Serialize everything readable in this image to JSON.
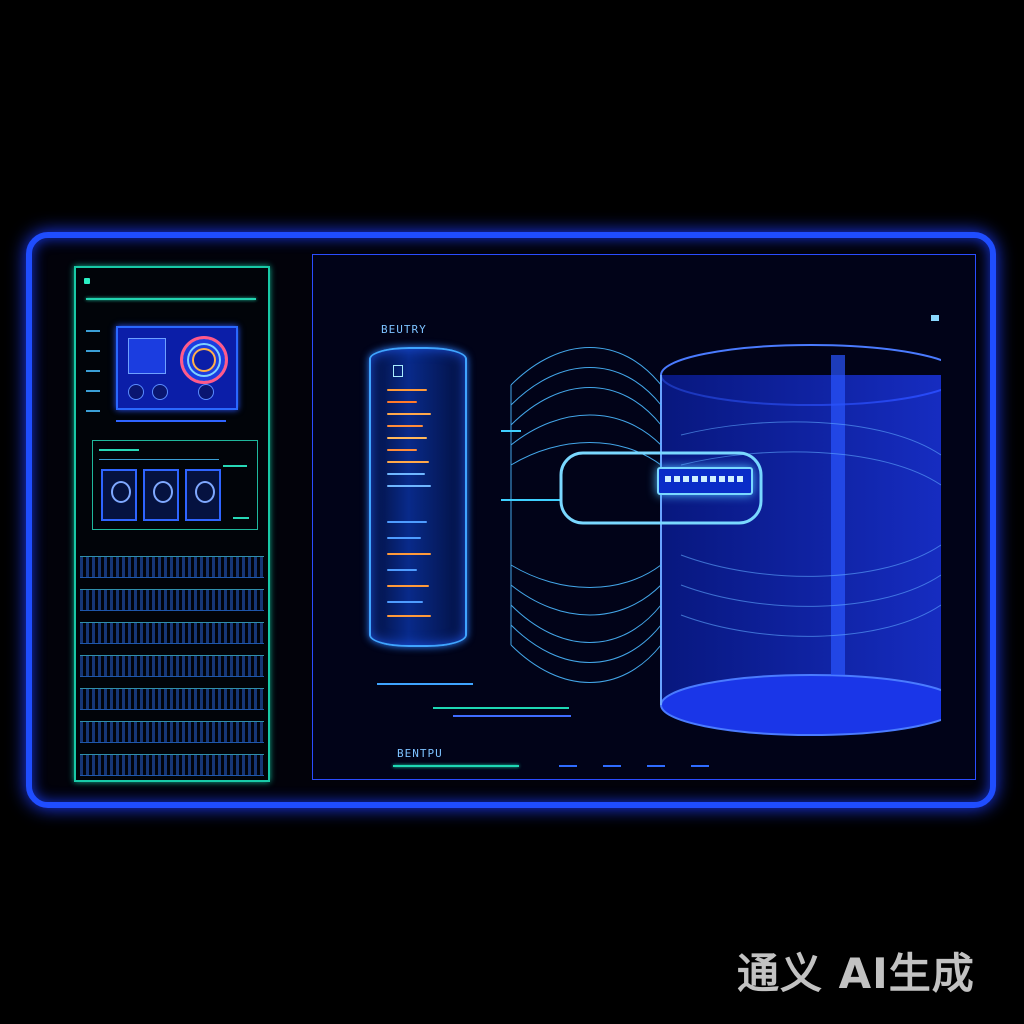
{
  "colors": {
    "frame": "#1f4dff",
    "accent_teal": "#18c9a6",
    "accent_blue": "#3fa4ff",
    "background": "#000000"
  },
  "left_panel": {
    "title": "",
    "label": "",
    "preview_icon": "spiral-graphic-icon",
    "thumbnails": [
      "figure-icon",
      "figure-icon",
      "orb-icon"
    ],
    "rack_row_count": 7
  },
  "main_panel": {
    "heading": "BEUTRY",
    "footer_label": "BENTPU",
    "hologram_icon": "server-cylinder-hologram-icon",
    "storage_icon": "storage-cylinder-icon"
  },
  "watermark": "通义 AI生成"
}
